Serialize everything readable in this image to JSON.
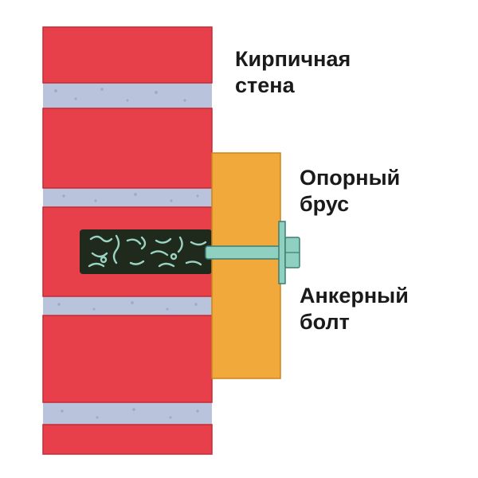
{
  "labels": {
    "wall": {
      "line1": "Кирпичная",
      "line2": "стена"
    },
    "beam": {
      "line1": "Опорный",
      "line2": "брус"
    },
    "bolt": {
      "line1": "Анкерный",
      "line2": "болт"
    }
  },
  "colors": {
    "brick": "#e8404a",
    "brick_edge": "#c42a35",
    "mortar": "#b9c3dc",
    "beam": "#f2a93b",
    "beam_edge": "#c98520",
    "anchor_sleeve": "#1f2a1c",
    "anchor_pattern": "#9bd3c3",
    "bolt_rod": "#8fd0c0",
    "bolt_edge": "#3c7f73",
    "text": "#1a1a1a"
  }
}
